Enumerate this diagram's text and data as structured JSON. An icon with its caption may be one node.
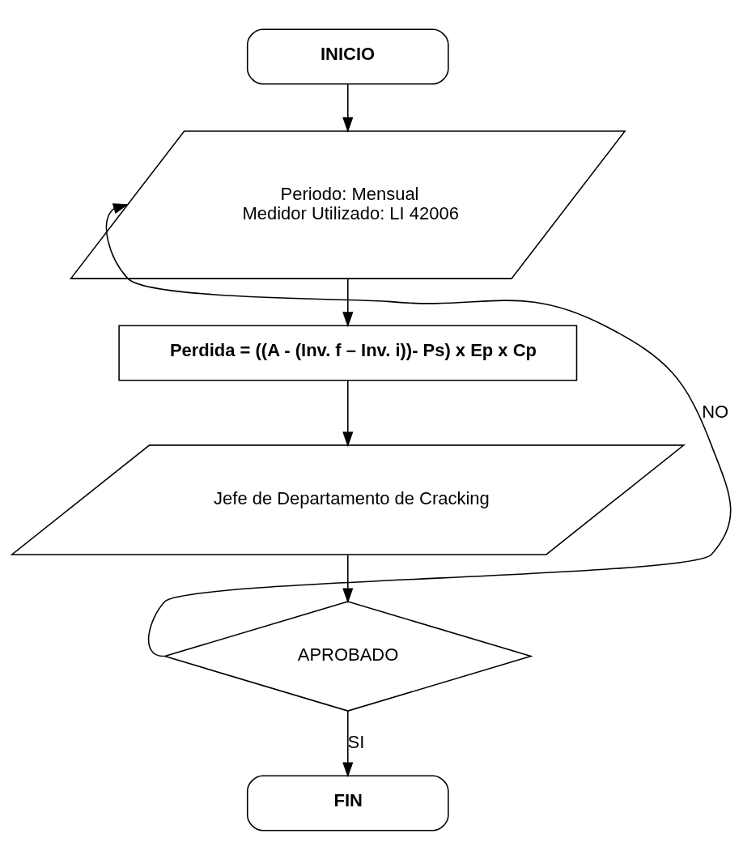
{
  "diagram": {
    "nodes": [
      {
        "text": [
          "INICIO"
        ]
      },
      {
        "text": [
          "Periodo: Mensual",
          "Medidor Utilizado: LI 42006"
        ]
      },
      {
        "text": [
          "Perdida = ((A - (Inv. f – Inv. i))- Ps) x Ep x Cp"
        ]
      },
      {
        "text": [
          "Jefe de Departamento de Cracking"
        ]
      },
      {
        "text": [
          "APROBADO"
        ]
      },
      {
        "text": [
          "FIN"
        ]
      }
    ],
    "edges": [
      {
        "from": 0,
        "to": 1,
        "arrow": "to"
      },
      {
        "from": 1,
        "to": 2,
        "arrow": "to"
      },
      {
        "from": 2,
        "to": 3,
        "arrow": "to"
      },
      {
        "from": 3,
        "to": 4,
        "arrow": "to"
      },
      {
        "from": 4,
        "to": 1,
        "arrow": "to",
        "label": "NO"
      },
      {
        "from": 4,
        "to": 5,
        "arrow": "to",
        "label": "SI"
      }
    ]
  }
}
